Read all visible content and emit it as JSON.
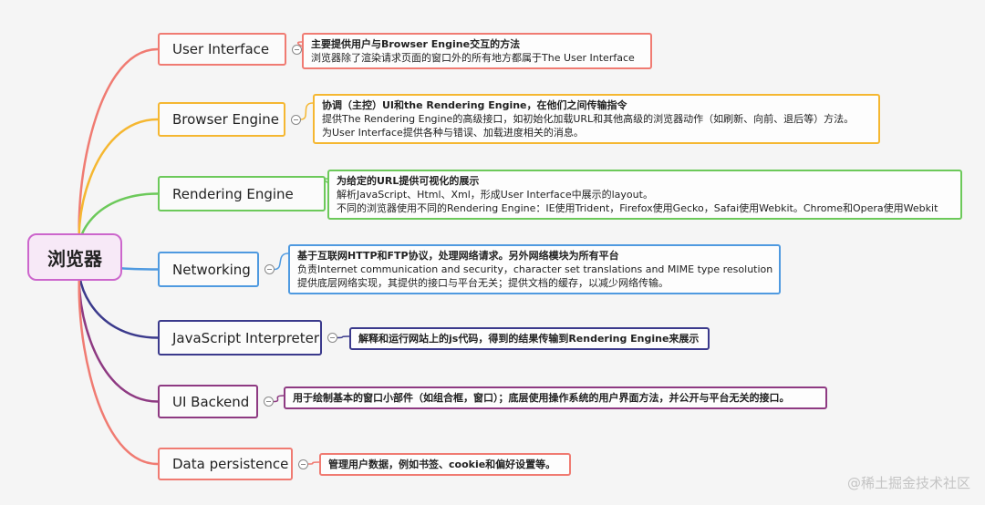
{
  "root": {
    "label": "浏览器",
    "color": "#cc66cc"
  },
  "branches": [
    {
      "label": "User Interface",
      "color": "#f07b72",
      "note": [
        "主要提供用户与Browser Engine交互的方法",
        "浏览器除了渲染请求页面的窗口外的所有地方都属于The User Interface"
      ]
    },
    {
      "label": "Browser Engine",
      "color": "#f5b731",
      "note": [
        "协调（主控）UI和the Rendering Engine，在他们之间传输指令",
        "提供The Rendering Engine的高级接口，如初始化加载URL和其他高级的浏览器动作（如刷新、向前、退后等）方法。",
        "为User Interface提供各种与错误、加载进度相关的消息。"
      ]
    },
    {
      "label": "Rendering Engine",
      "color": "#6cc95a",
      "note": [
        "为给定的URL提供可视化的展示",
        "解析JavaScript、Html、Xml，形成User Interface中展示的layout。",
        "不同的浏览器使用不同的Rendering Engine：IE使用Trident，Firefox使用Gecko，Safai使用Webkit。Chrome和Opera使用Webkit"
      ]
    },
    {
      "label": "Networking",
      "color": "#4f9ae0",
      "note": [
        "基于互联网HTTP和FTP协议，处理网络请求。另外网络模块为所有平台",
        "负责Internet communication and security，character set translations and MIME type resolution",
        "提供底层网络实现，其提供的接口与平台无关；提供文档的缓存，以减少网络传输。"
      ]
    },
    {
      "label": "JavaScript Interpreter",
      "color": "#3b3a8c",
      "note": [
        "解释和运行网站上的js代码，得到的结果传输到Rendering Engine来展示"
      ]
    },
    {
      "label": "UI Backend",
      "color": "#8e3a82",
      "note": [
        "用于绘制基本的窗口小部件（如组合框，窗口）；底层使用操作系统的用户界面方法，并公开与平台无关的接口。"
      ]
    },
    {
      "label": "Data persistence",
      "color": "#f07b72",
      "note": [
        "管理用户数据，例如书签、cookie和偏好设置等。"
      ]
    }
  ],
  "watermark": "@稀土掘金技术社区"
}
